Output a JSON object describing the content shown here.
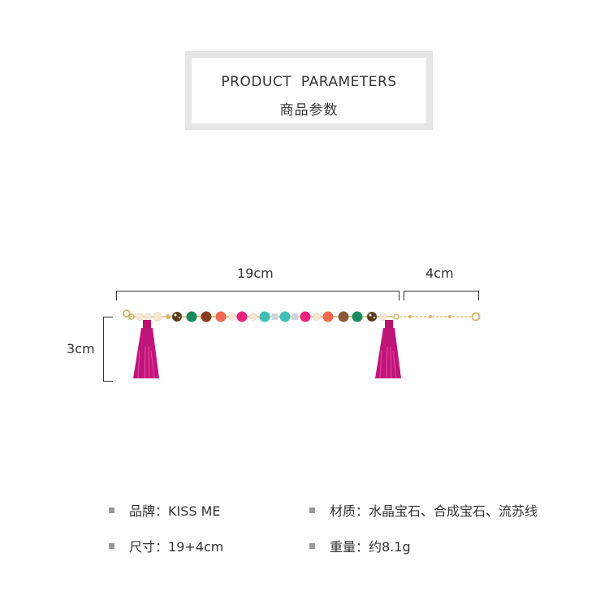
{
  "header": {
    "title_en": "PRODUCT  PARAMETERS",
    "title_cn": "商品参数"
  },
  "dimensions": {
    "length_main": "19cm",
    "length_extension": "4cm",
    "height": "3cm"
  },
  "specs": {
    "brand": "品牌：KISS ME",
    "material": "材质：水晶宝石、合成宝石、流苏线",
    "size": "尺寸：19+4cm",
    "weight": "重量：约8.1g"
  },
  "colors": {
    "tassel": "#c0157a",
    "gold": "#d6b86a",
    "turquoise": "#3dbfb8",
    "green": "#1a8a5a",
    "pink": "#e8237f",
    "coral": "#f06a4f",
    "pearl": "#f4e7d6",
    "brown": "#8a5a36"
  }
}
